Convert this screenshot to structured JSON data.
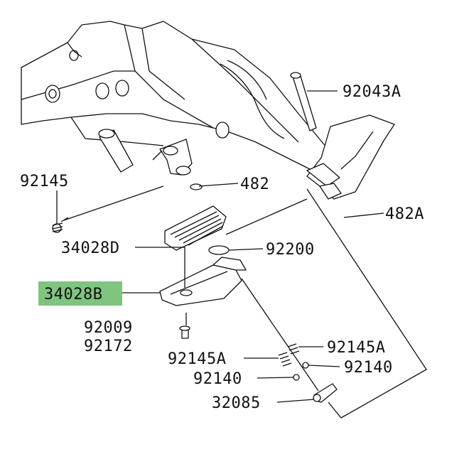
{
  "highlight_color": "#7fc47f",
  "labels": {
    "p92043A": "92043A",
    "p482": "482",
    "p92145": "92145",
    "p482A": "482A",
    "p34028D": "34028D",
    "p92200": "92200",
    "p34028B": "34028B",
    "p92009": "92009",
    "p92172": "92172",
    "p92145A_right": "92145A",
    "p92145A_left": "92145A",
    "p92140_right": "92140",
    "p92140_left": "92140",
    "p32085": "32085"
  }
}
